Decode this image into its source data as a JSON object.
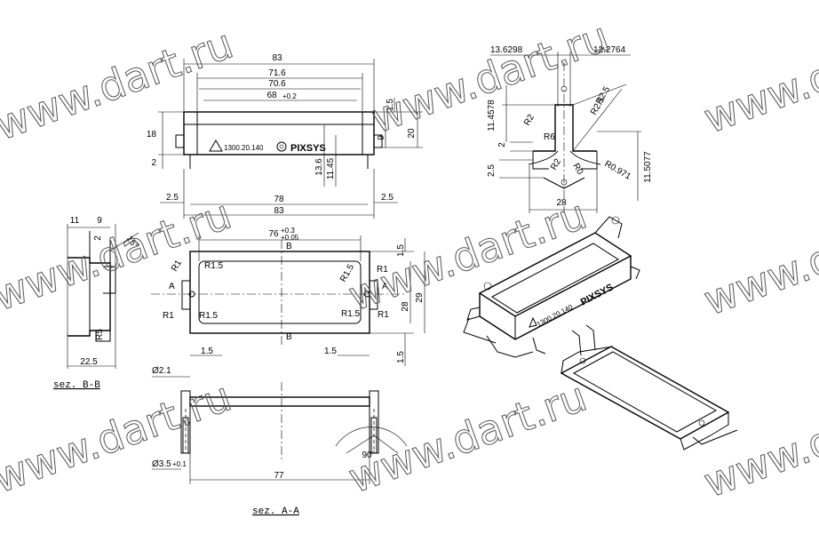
{
  "watermark": "www.dart.ru",
  "brand": "PIXSYS",
  "part_code": "1300.20.140",
  "sections": {
    "bb": "sez. B-B",
    "aa": "sez. A-A"
  },
  "front_view": {
    "dims": [
      "83",
      "71.6",
      "70.6",
      "68",
      "18",
      "2",
      "2.5",
      "78",
      "83",
      "2.5",
      "1.5",
      "9",
      "20",
      "13.6",
      "11.45"
    ],
    "tol_68": "+0.2"
  },
  "top_view": {
    "dims": [
      "76",
      "1.5",
      "1.5",
      "1.5",
      "1.5",
      "28",
      "29"
    ],
    "tol_76_upper": "+0.3",
    "tol_76_lower": "+0.05",
    "radii": [
      "R1",
      "R1.5",
      "R1",
      "R1.5",
      "R1",
      "R1.5",
      "R1",
      "R1.5"
    ],
    "markers": [
      "A",
      "A",
      "B",
      "B"
    ]
  },
  "side_view": {
    "dims": [
      "11",
      "9",
      "2",
      "15°",
      "22.5"
    ],
    "radius": "R5"
  },
  "section_aa": {
    "dims": [
      "Ø2.1",
      "Ø3.5",
      "77",
      "90°"
    ],
    "tol_35": "+0.1"
  },
  "detail_view": {
    "dims": [
      "13.6298",
      "12.2764",
      "11.4578",
      "2",
      "2.5",
      "28",
      "11.5077",
      "R0.971"
    ],
    "radii": [
      "R2.5",
      "R2",
      "R6",
      "R2",
      "R0",
      "R2.5"
    ]
  }
}
